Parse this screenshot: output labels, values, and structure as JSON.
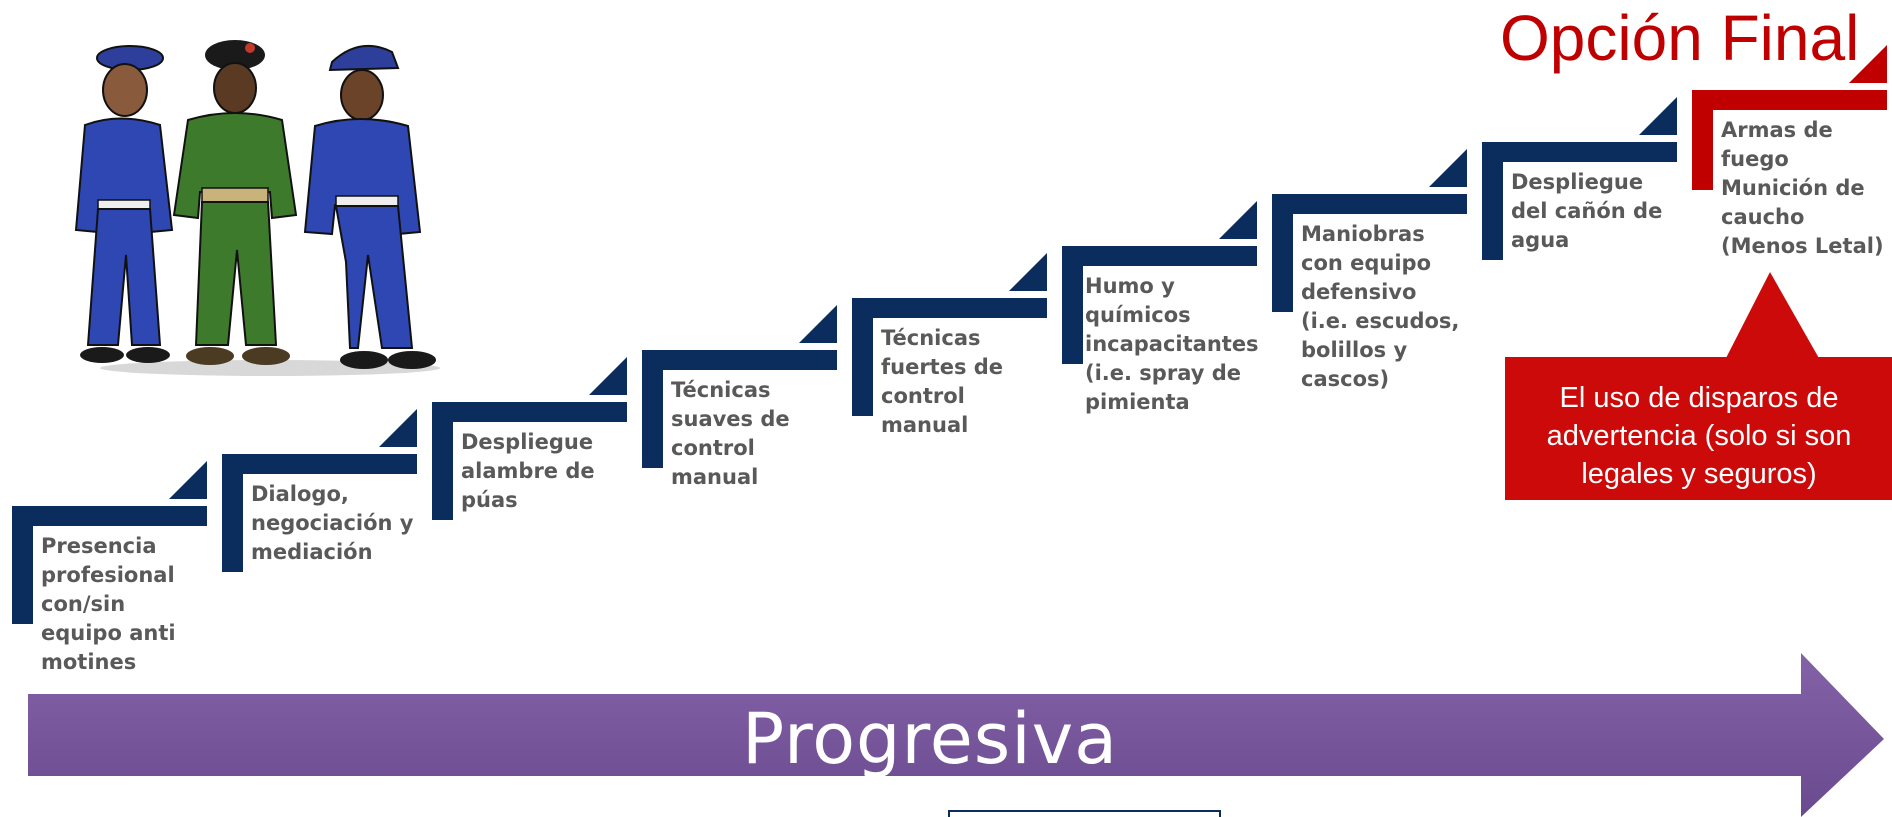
{
  "final_title": "Opción Final",
  "steps": [
    {
      "label": "Presencia\nprofesional\ncon/sin\nequipo anti\nmotines"
    },
    {
      "label": "Dialogo,\nnegociación y\nmediación"
    },
    {
      "label": "Despliegue\nalambre de\npúas"
    },
    {
      "label": "Técnicas\nsuaves de\ncontrol\nmanual"
    },
    {
      "label": "Técnicas\nfuertes de\ncontrol\nmanual"
    },
    {
      "label": "Humo y\nquímicos\nincapacitantes\n(i.e. spray de\npimienta"
    },
    {
      "label": "Maniobras\ncon equipo\ndefensivo\n(i.e. escudos,\nbolillos y\ncascos)"
    },
    {
      "label": "Despliegue\ndel cañón de\nagua"
    },
    {
      "label": "Armas de\nfuego\nMunición de\ncaucho\n(Menos Letal)"
    }
  ],
  "callout": "El uso de disparos de advertencia (solo si son legales y seguros)",
  "progress_label": "Progresiva",
  "colors": {
    "step_navy": "#0b2d5e",
    "final_red": "#c00000",
    "arrow_purple": "#7a569e",
    "text_gray": "#595959"
  },
  "illustration": "three-officers-illustration"
}
